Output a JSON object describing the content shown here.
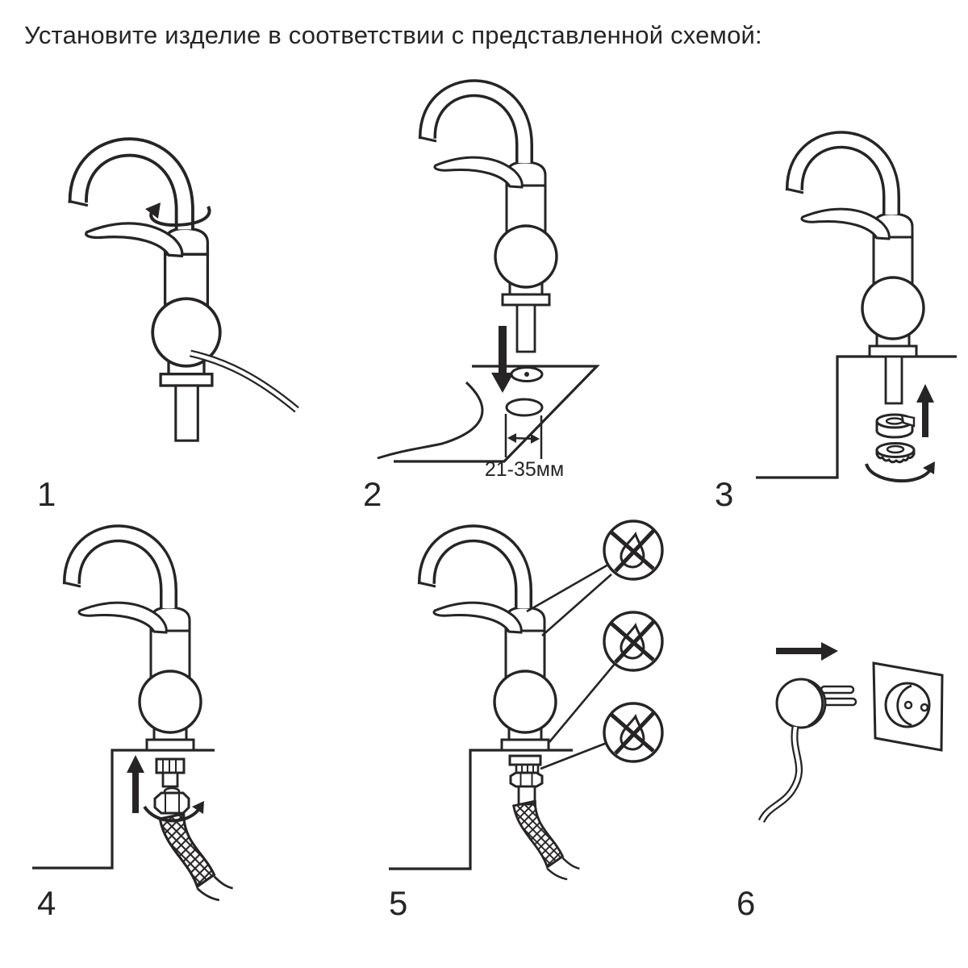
{
  "title": "Установите изделие в соответствии с представленной схемой:",
  "colors": {
    "line": "#262425",
    "background": "#ffffff"
  },
  "steps": [
    {
      "number": "1"
    },
    {
      "number": "2"
    },
    {
      "number": "3"
    },
    {
      "number": "4"
    },
    {
      "number": "5"
    },
    {
      "number": "6"
    }
  ],
  "step2": {
    "dimension_label": "21-35мм"
  },
  "icons": {
    "rotate_spout": "rotate-arrow",
    "insert_down": "down-arrow",
    "fasten_up": "up-arrow",
    "tighten": "rotate-arrow",
    "no_leak": "crossed-water-drop",
    "plug_in": "right-arrow"
  }
}
